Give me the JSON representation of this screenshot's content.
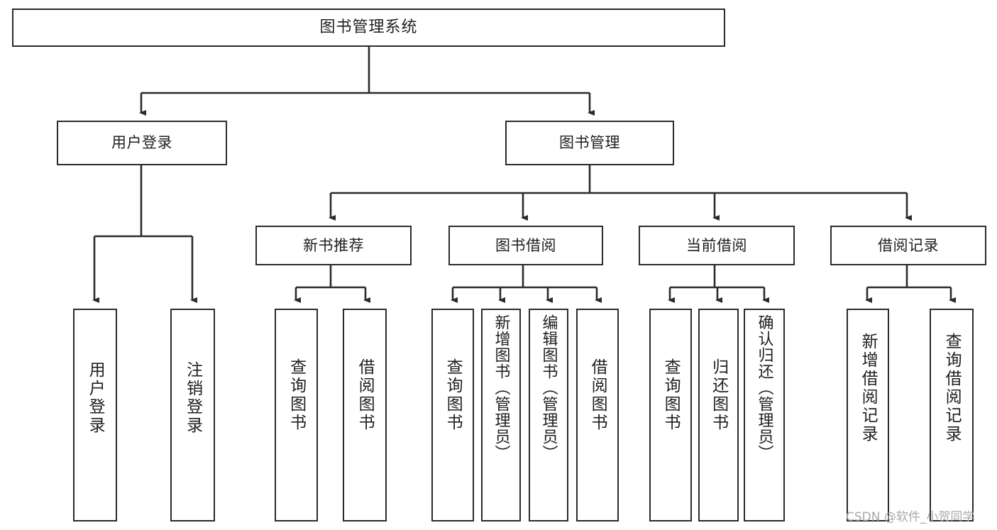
{
  "diagram": {
    "title": "图书管理系统",
    "type": "tree-hierarchy-chart",
    "colors": {
      "background": "#ffffff",
      "stroke": "#2b2b2b",
      "text": "#1f1f1f",
      "watermark": "#a8a8a8"
    },
    "root": {
      "label": "图书管理系统"
    },
    "level2": [
      {
        "label": "用户登录"
      },
      {
        "label": "图书管理"
      }
    ],
    "level3": [
      {
        "label": "新书推荐"
      },
      {
        "label": "图书借阅"
      },
      {
        "label": "当前借阅"
      },
      {
        "label": "借阅记录"
      }
    ],
    "leaves": {
      "user_login": [
        {
          "label": "用户登录"
        },
        {
          "label": "注销登录"
        }
      ],
      "new_book_recommend": [
        {
          "label": "查询图书"
        },
        {
          "label": "借阅图书"
        }
      ],
      "book_borrow": [
        {
          "label": "查询图书"
        },
        {
          "label": "新增图书（管理员）"
        },
        {
          "label": "编辑图书（管理员）"
        },
        {
          "label": "借阅图书"
        }
      ],
      "current_borrow": [
        {
          "label": "查询图书"
        },
        {
          "label": "归还图书"
        },
        {
          "label": "确认归还（管理员）"
        }
      ],
      "borrow_record": [
        {
          "label": "新增借阅记录"
        },
        {
          "label": "查询借阅记录"
        }
      ]
    }
  },
  "watermark": {
    "text": "CSDN @软件_小贺同学"
  }
}
